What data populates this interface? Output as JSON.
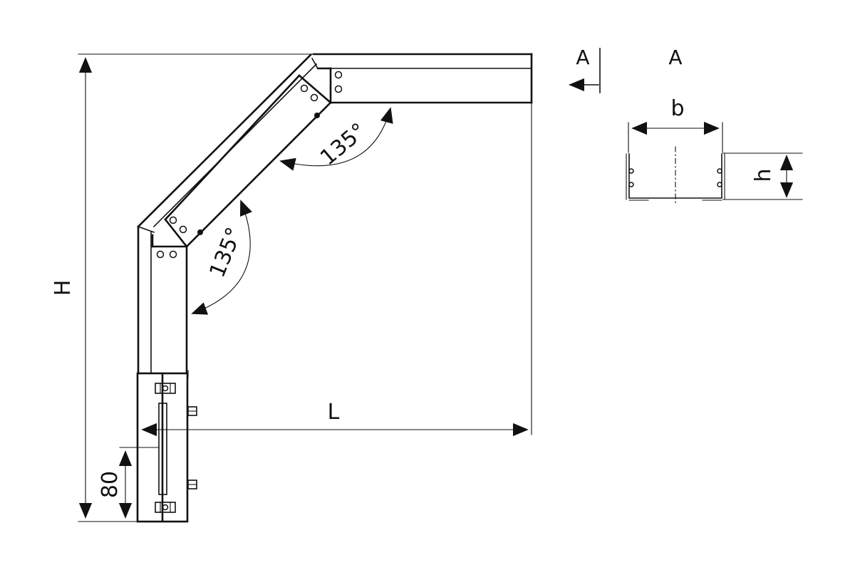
{
  "labels": {
    "height": "H",
    "length": "L",
    "angle_upper": "135°",
    "angle_lower": "135°",
    "bottom_offset": "80",
    "view_marker": "A",
    "section_title": "A",
    "section_width": "b",
    "section_height": "h"
  }
}
